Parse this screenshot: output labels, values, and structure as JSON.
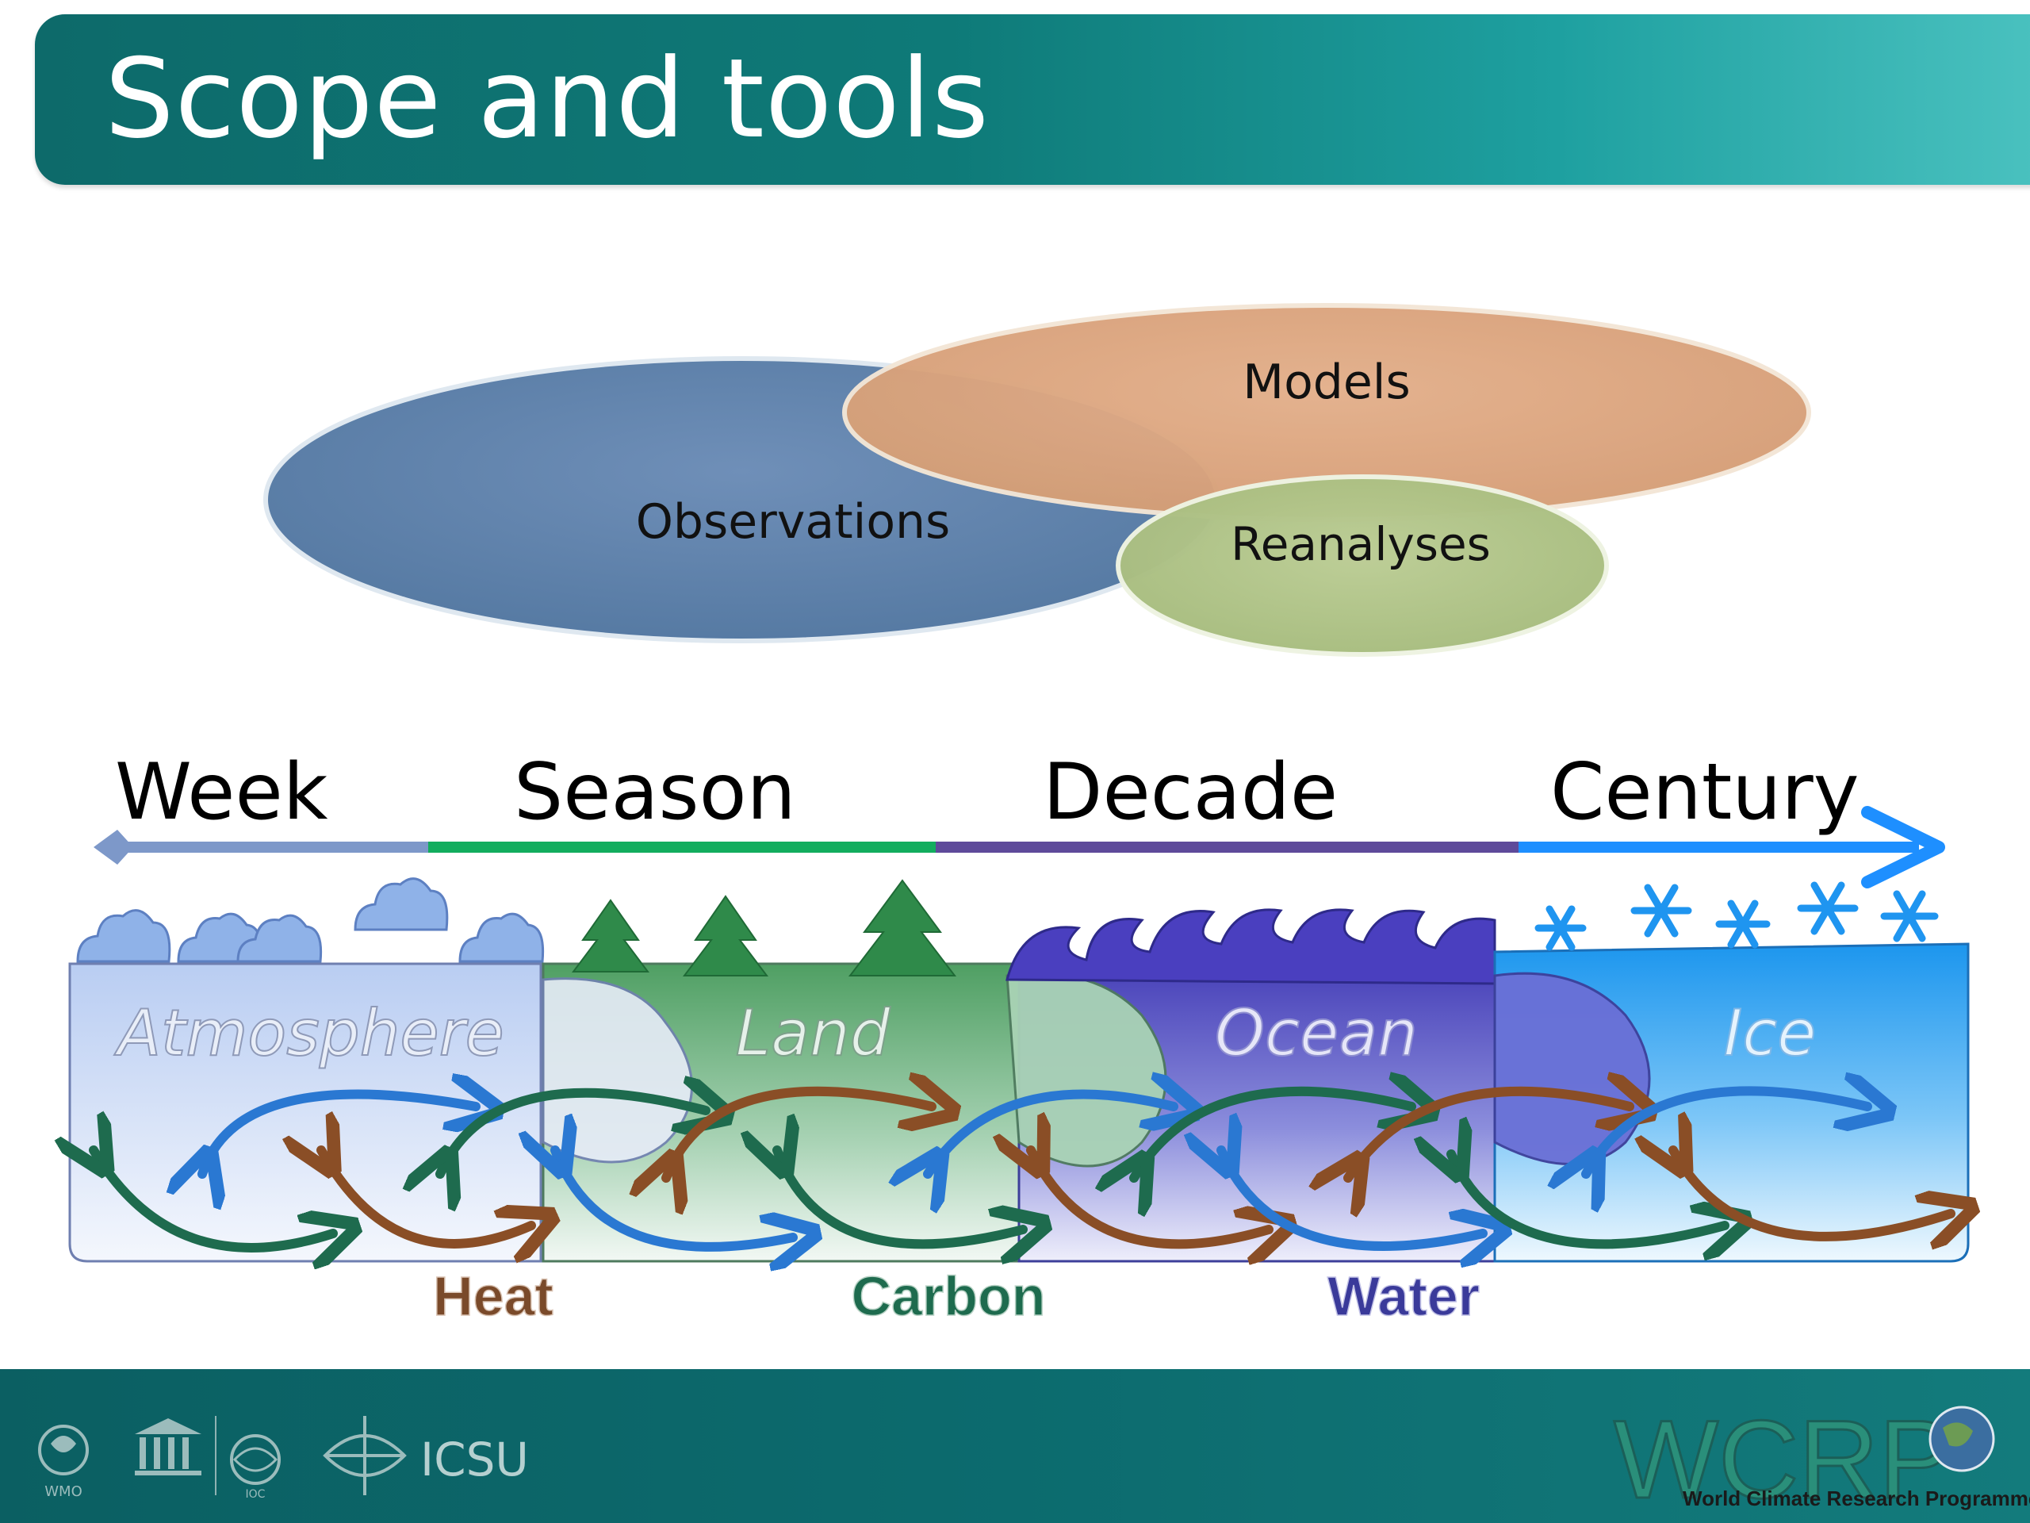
{
  "slide": {
    "title": "Scope and tools"
  },
  "tools": {
    "observations": "Observations",
    "models": "Models",
    "reanalyses": "Reanalyses"
  },
  "timescale": {
    "labels": [
      "Week",
      "Season",
      "Decade",
      "Century"
    ],
    "segment_colors": [
      "#7d98c9",
      "#12ad5e",
      "#5e4a9a",
      "#1e8fff"
    ]
  },
  "components": {
    "atmosphere": "Atmosphere",
    "land": "Land",
    "ocean": "Ocean",
    "ice": "Ice"
  },
  "cycles": {
    "heat": "Heat",
    "carbon": "Carbon",
    "water": "Water"
  },
  "colors": {
    "heat": "#7a4a2a",
    "carbon": "#1e6b4e",
    "water": "#3a3a9a",
    "title_bar": "#0e7a78"
  },
  "footer": {
    "logos": {
      "wmo": "WMO",
      "ioc": "IOC",
      "icsu": "ICSU",
      "wcrp": "WCRP",
      "wcrp_full": "World Climate Research Programme"
    }
  }
}
